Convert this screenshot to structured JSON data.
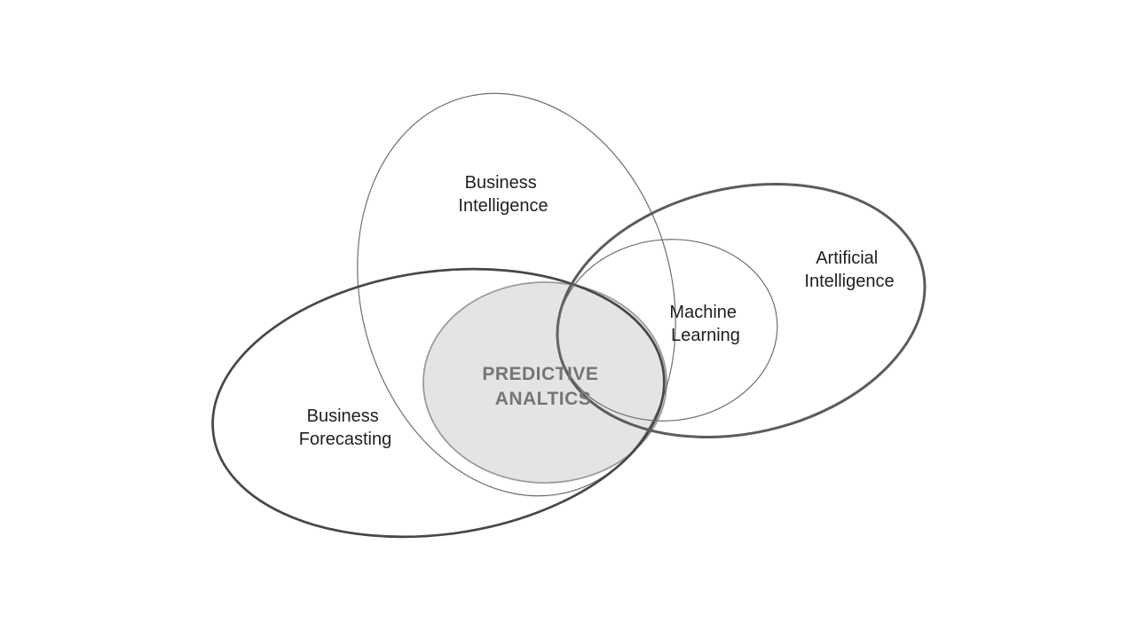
{
  "diagram": {
    "type": "venn",
    "background_color": "#ffffff",
    "sets": [
      {
        "id": "business-intelligence",
        "label_lines": [
          "Business",
          "Intelligence"
        ],
        "style": "thin-outline",
        "stroke_color": "#6f6f6f"
      },
      {
        "id": "artificial-intelligence",
        "label_lines": [
          "Artificial",
          "Intelligence"
        ],
        "style": "thick-outline",
        "stroke_color": "#5c5c5c"
      },
      {
        "id": "machine-learning",
        "label_lines": [
          "Machine",
          "Learning"
        ],
        "style": "thin-outline",
        "stroke_color": "#6f6f6f"
      },
      {
        "id": "business-forecasting",
        "label_lines": [
          "Business",
          "Forecasting"
        ],
        "style": "thick-outline",
        "stroke_color": "#474747"
      },
      {
        "id": "predictive-analytics",
        "label_lines": [
          "PREDICTIVE",
          "ANALTICS"
        ],
        "style": "filled",
        "fill_color": "#e4e4e4",
        "stroke_color": "#9b9b9b",
        "label_color": "#757575"
      }
    ],
    "text_color": "#1f1f1f"
  }
}
